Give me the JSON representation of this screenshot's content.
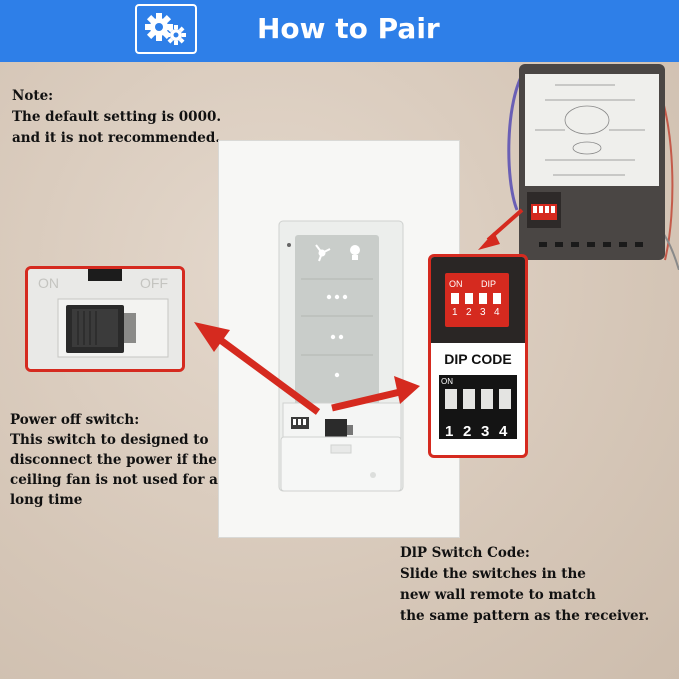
{
  "header": {
    "title": "How to Pair"
  },
  "note": {
    "lines": [
      "Note:",
      "The default setting is 0000.",
      "and it is not recommended."
    ]
  },
  "power_switch": {
    "lines": [
      "Power off switch:",
      "This switch to designed to",
      "disconnect the power if the",
      "ceiling fan is not used for a",
      "long time"
    ],
    "on_label": "ON",
    "off_label": "OFF"
  },
  "dip_switch": {
    "lines": [
      "DlP Switch Code:",
      "Slide the switches in the",
      "new wall remote to match",
      "the same pattern as the receiver."
    ],
    "code_label": "DIP CODE",
    "on_label": "ON",
    "dip_label": "DIP",
    "numbers": [
      "1",
      "2",
      "3",
      "4"
    ]
  },
  "colors": {
    "header": "#2e7fe8",
    "highlight": "#d52a1f",
    "text": "#111111"
  },
  "icons": [
    "gears-icon",
    "fan-icon",
    "light-bulb-icon"
  ]
}
